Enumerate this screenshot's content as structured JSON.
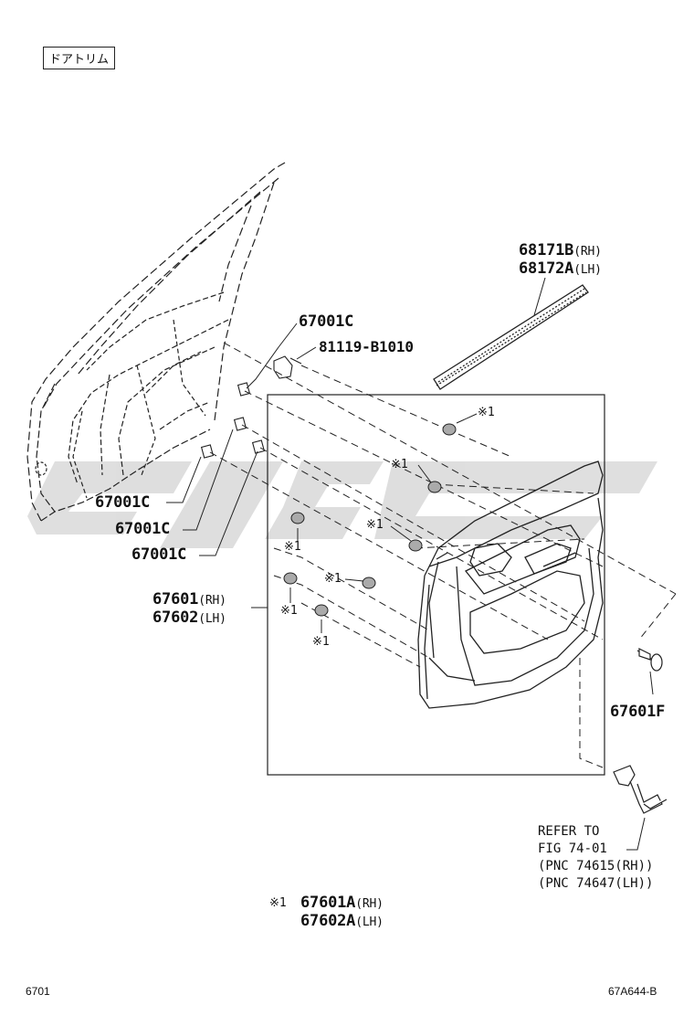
{
  "title": "ドアトリム",
  "callouts": {
    "p67001c_top": "67001C",
    "p81119": "81119-B1010",
    "p68171b": "68171B",
    "p68171b_side": "(RH)",
    "p68172a": "68172A",
    "p68172a_side": "(LH)",
    "mark1_a": "※1",
    "mark1_b": "※1",
    "mark1_c": "※1",
    "mark1_d": "※1",
    "mark1_e": "※1",
    "mark1_f": "※1",
    "mark1_g": "※1",
    "p67001c_1": "67001C",
    "p67001c_2": "67001C",
    "p67001c_3": "67001C",
    "p67601": "67601",
    "p67601_side": "(RH)",
    "p67602": "67602",
    "p67602_side": "(LH)",
    "p67601f": "67601F",
    "refer_1": "REFER TO",
    "refer_2": "FIG 74-01",
    "refer_3": "(PNC 74615(RH))",
    "refer_4": "(PNC 74647(LH))"
  },
  "legend": {
    "mark": "※1",
    "line1_part": "67601A",
    "line1_side": "(RH)",
    "line2_part": "67602A",
    "line2_side": "(LH)"
  },
  "footer": {
    "left": "6701",
    "right": "67A644-B"
  }
}
